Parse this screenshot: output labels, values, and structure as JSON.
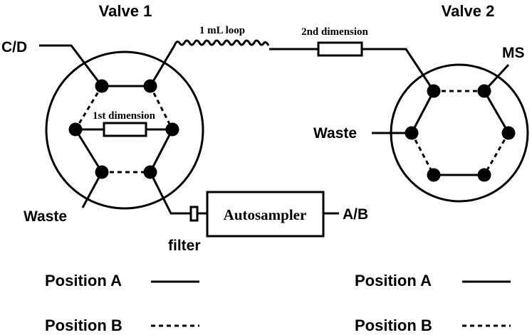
{
  "valve1": {
    "title": "Valve 1",
    "inlet_label": "C/D",
    "waste_label": "Waste",
    "column_label": "1st dimension"
  },
  "valve2": {
    "title": "Valve 2",
    "ms_label": "MS",
    "waste_label": "Waste"
  },
  "loop_label": "1 mL loop",
  "column2_label": "2nd dimension",
  "autosampler_label": "Autosampler",
  "autosampler_inlet_label": "A/B",
  "filter_label": "filter",
  "legend": [
    {
      "label": "Position A",
      "style": "solid"
    },
    {
      "label": "Position B",
      "style": "dashed"
    }
  ],
  "colors": {
    "line": "#000000",
    "background": "#ffffff"
  }
}
